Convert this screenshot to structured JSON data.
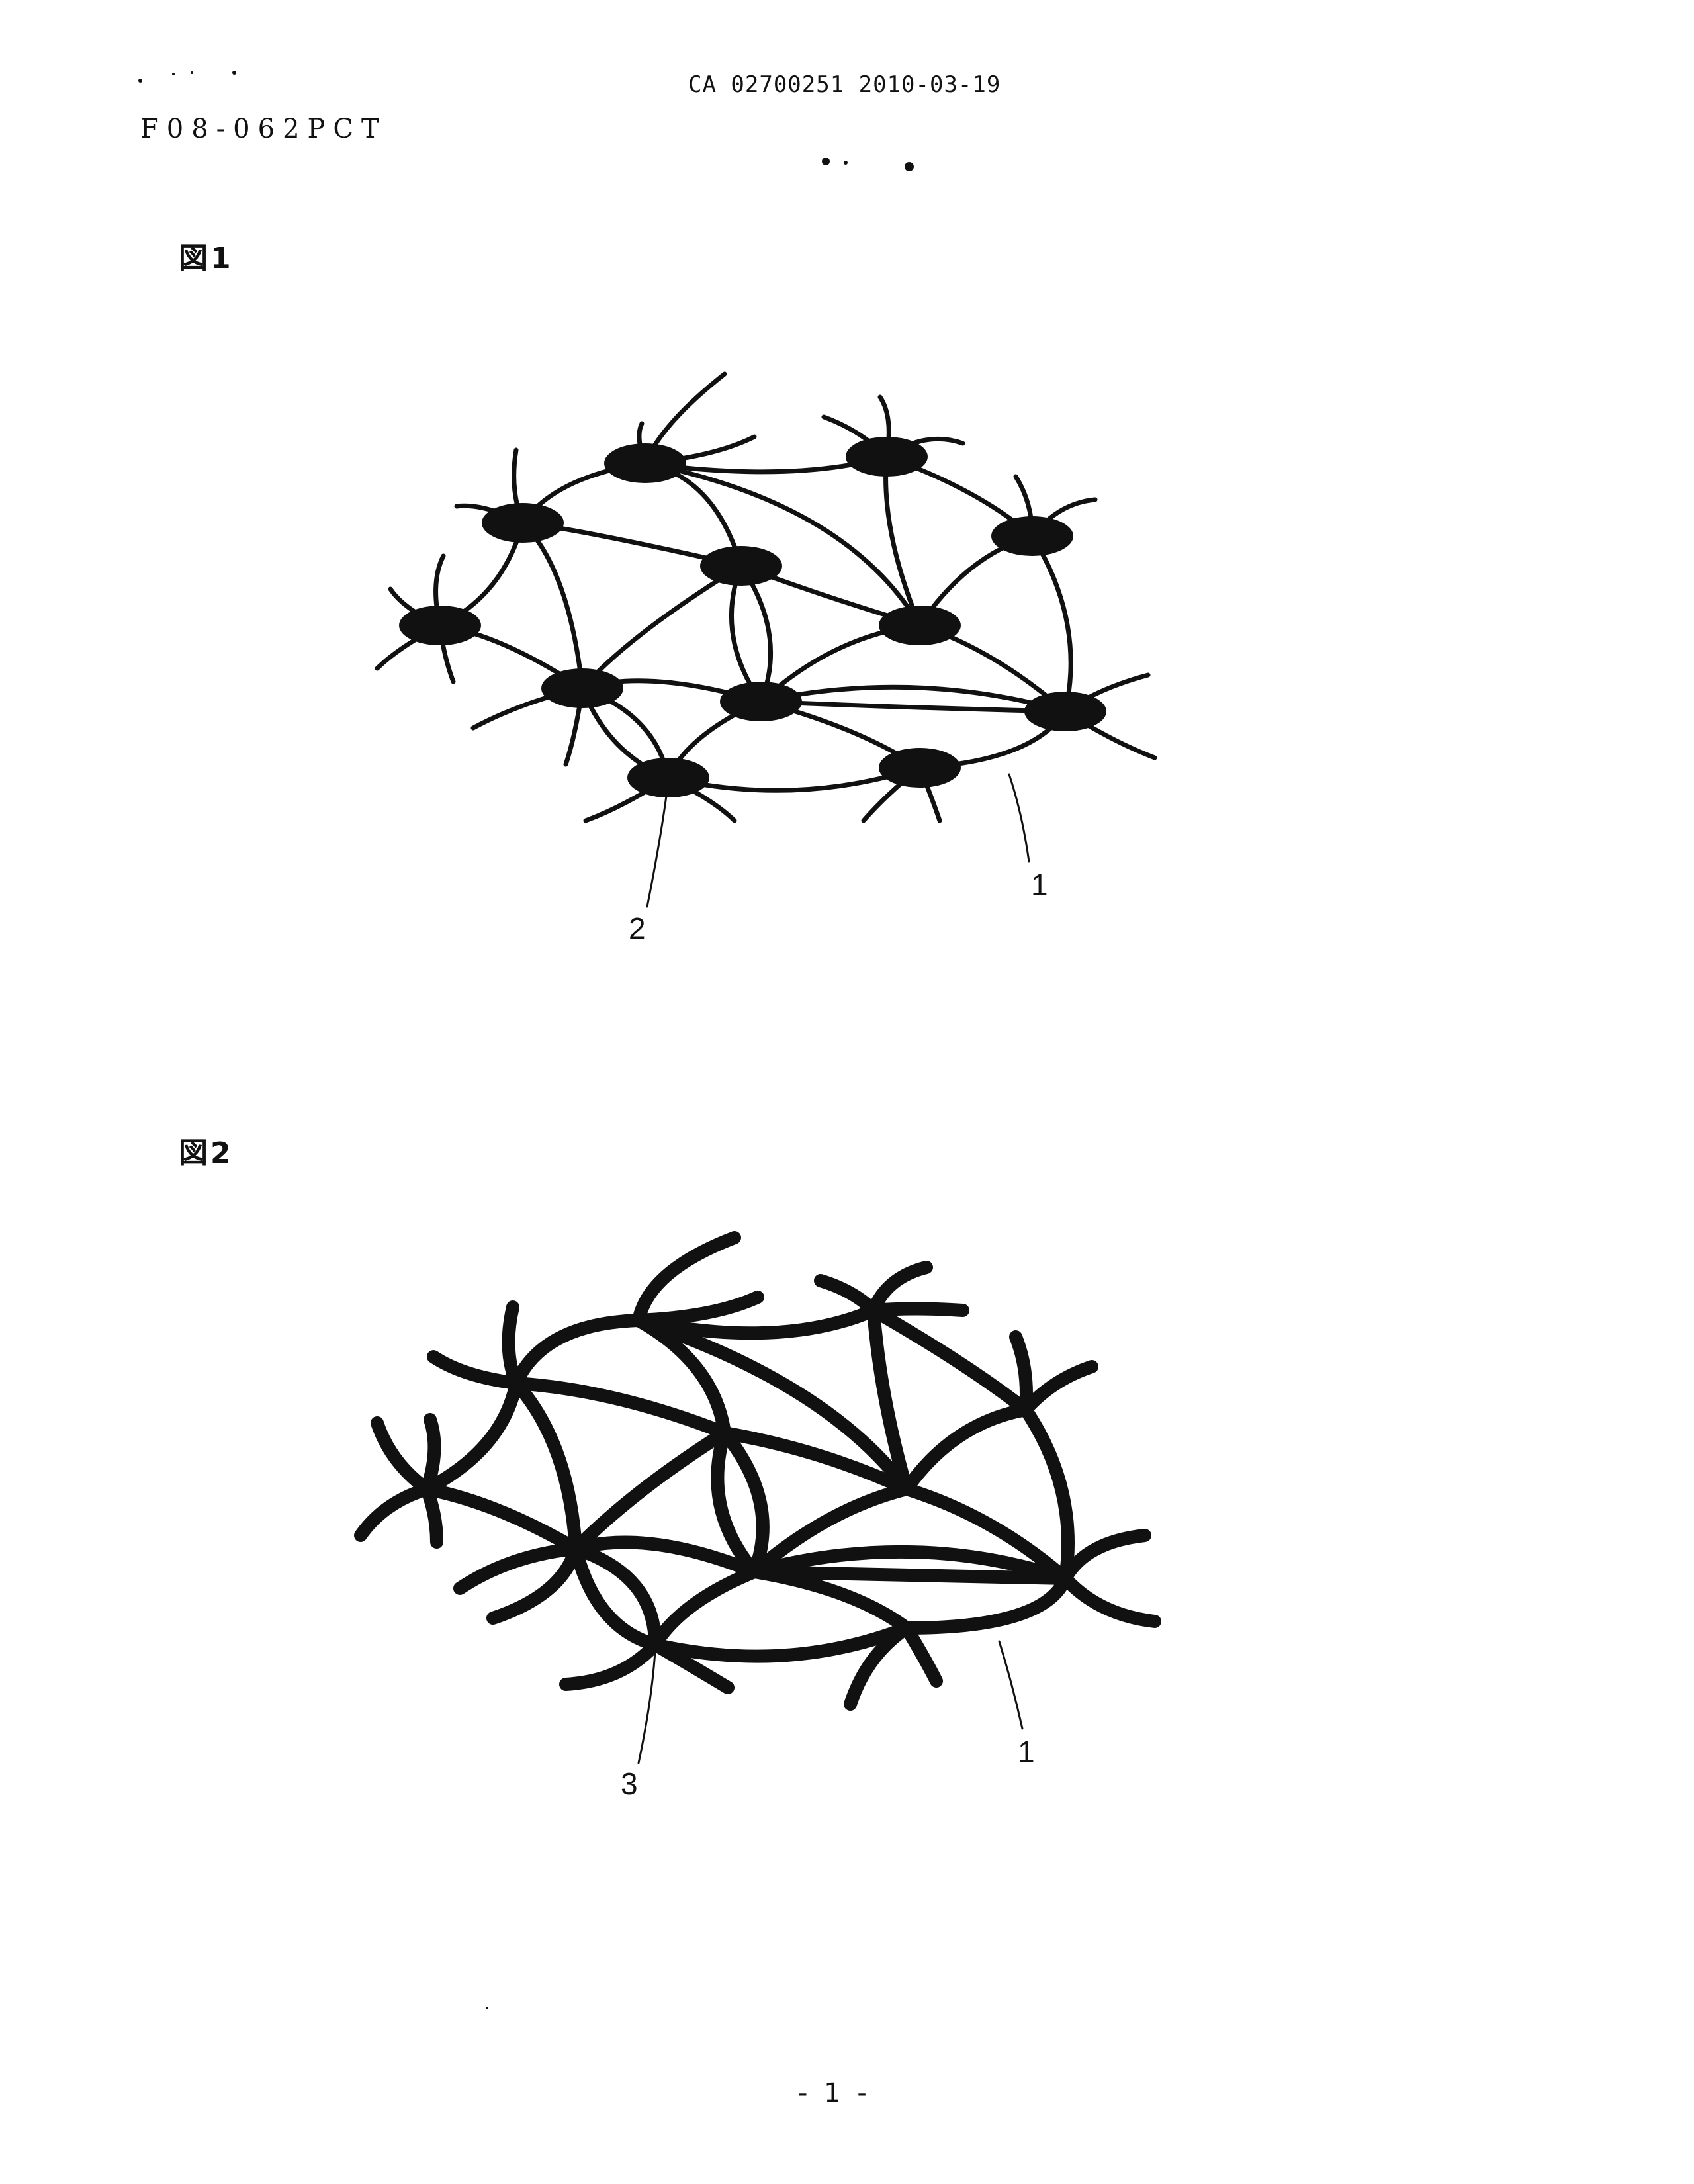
{
  "header": {
    "application_number": "CA 02700251 2010-03-19",
    "document_code": "F08-062PCT"
  },
  "figures": [
    {
      "label": "図1",
      "references": [
        {
          "id": "2"
        },
        {
          "id": "1"
        }
      ]
    },
    {
      "label": "図2",
      "references": [
        {
          "id": "3"
        },
        {
          "id": "1"
        }
      ]
    }
  ],
  "footer": {
    "page_number": "- 1 -"
  },
  "colors": {
    "ink": "#111111",
    "paper": "#ffffff"
  }
}
